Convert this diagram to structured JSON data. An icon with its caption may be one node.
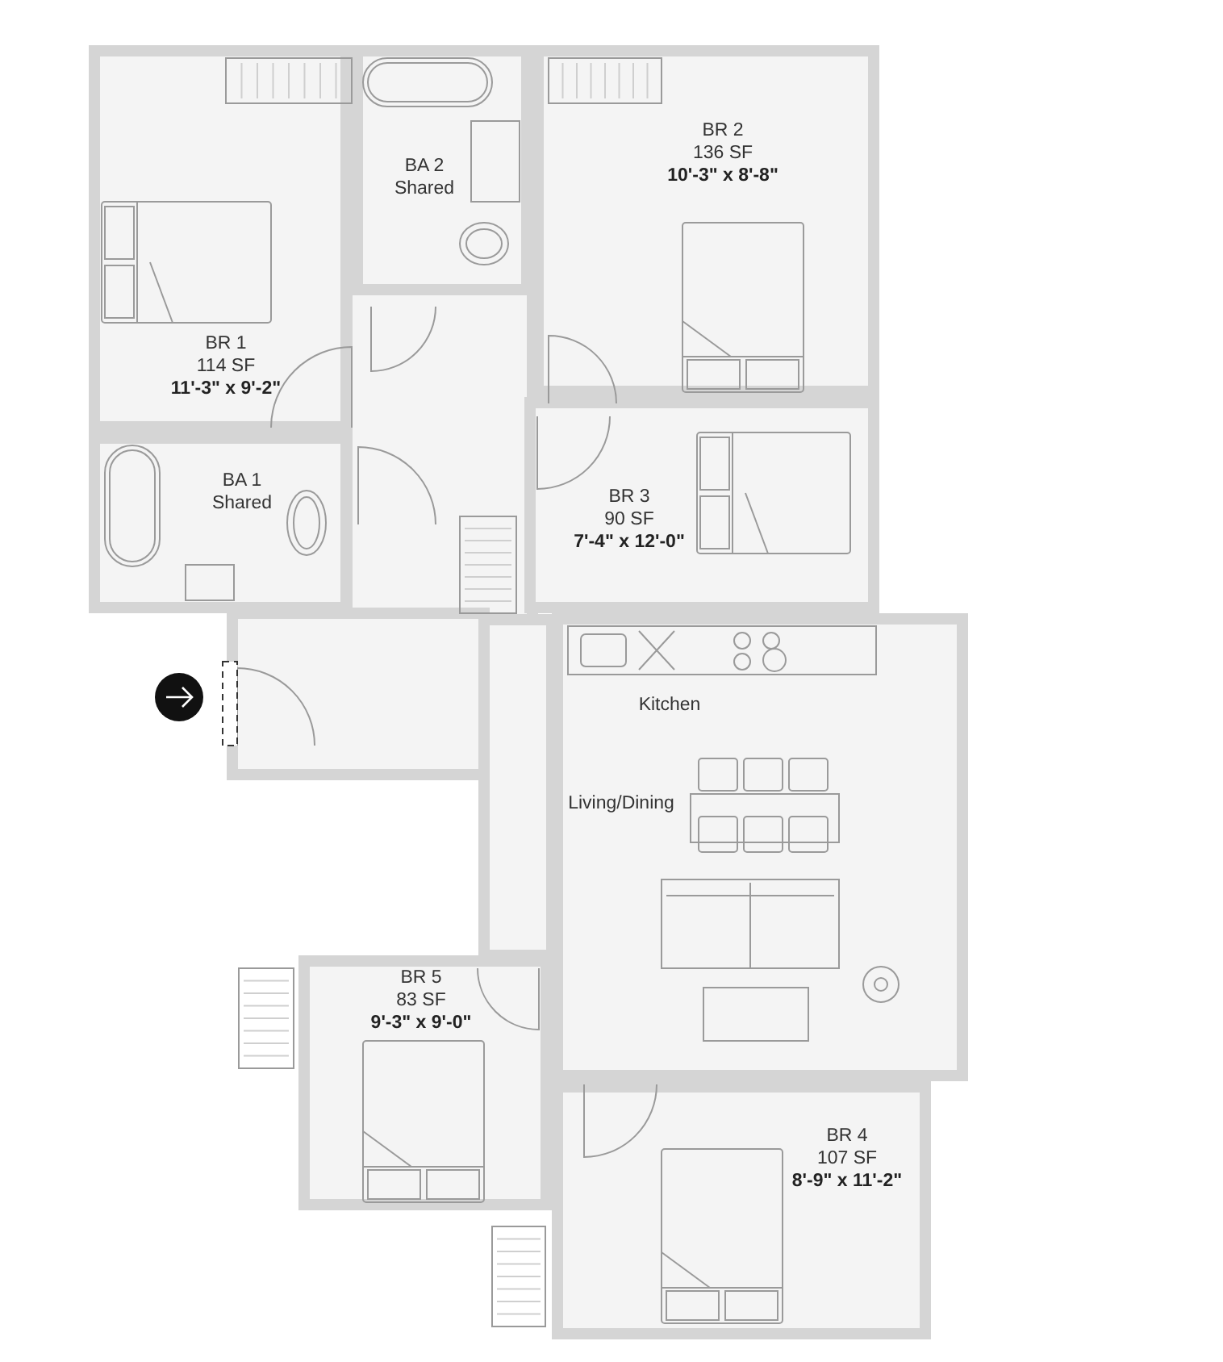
{
  "diagram": {
    "nodes": [
      {
        "text": [
          "BR 1",
          "114 SF",
          "11'-3\" x 9'-2\""
        ]
      },
      {
        "text": [
          "BA 2",
          "Shared"
        ]
      },
      {
        "text": [
          "BR 2",
          "136 SF",
          "10'-3\" x 8'-8\""
        ]
      },
      {
        "text": [
          "BA 1",
          "Shared"
        ]
      },
      {
        "text": [
          "BR 3",
          "90 SF",
          "7'-4\" x 12'-0\""
        ]
      },
      {
        "text": [
          "Kitchen",
          "Living/Dining"
        ]
      },
      {
        "text": [
          "BR 5",
          "83 SF",
          "9'-3\" x 9'-0\""
        ]
      },
      {
        "text": [
          "BR 4",
          "107 SF",
          "8'-9\" x 11'-2\""
        ]
      }
    ]
  }
}
